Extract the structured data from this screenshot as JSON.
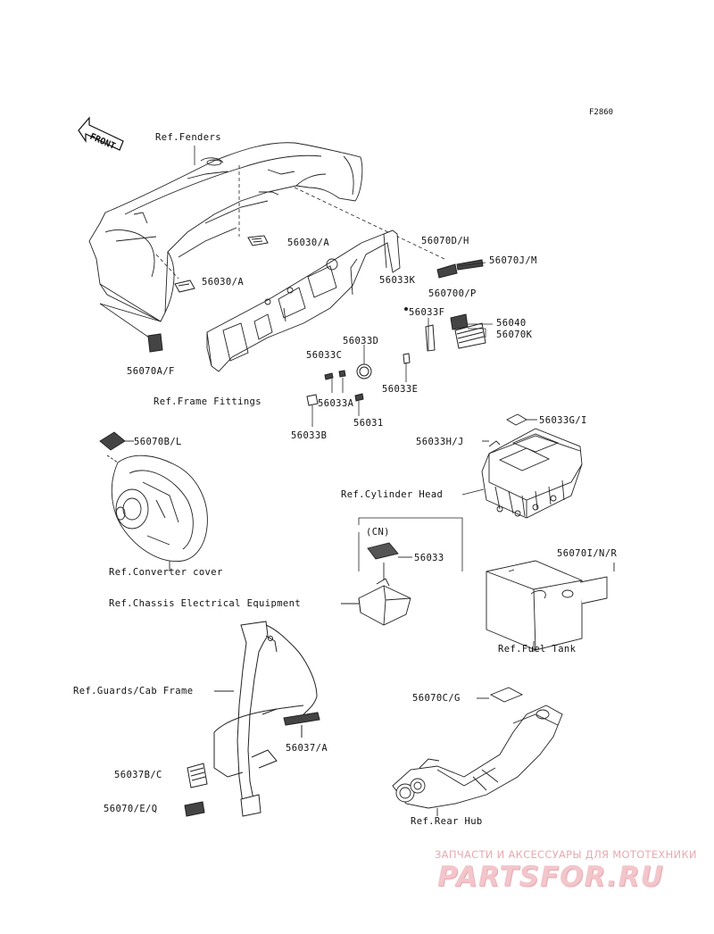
{
  "diagram_code": "F2860",
  "front_arrow": "FRONT",
  "parts": {
    "p56030a_top": "56030/A",
    "p56030a_left": "56030/A",
    "p56070a_f": "56070A/F",
    "p56070d_h": "56070D/H",
    "p56070j_m": "56070J/M",
    "p56033k": "56033K",
    "p560700_p": "560700/P",
    "p56033f": "56033F",
    "p56040": "56040",
    "p56070k": "56070K",
    "p56033d": "56033D",
    "p56033c": "56033C",
    "p56033a": "56033A",
    "p56033e": "56033E",
    "p56031": "56031",
    "p56033b": "56033B",
    "p56070b_l": "56070B/L",
    "p56033g_i": "56033G/I",
    "p56033h_j": "56033H/J",
    "p56033": "56033",
    "p56070i_n_r": "56070I/N/R",
    "p56070c_g": "56070C/G",
    "p56037a": "56037/A",
    "p56037b_c": "56037B/C",
    "p56070e_q": "56070/E/Q"
  },
  "refs": {
    "fenders": "Ref.Fenders",
    "frame_fittings": "Ref.Frame Fittings",
    "cylinder_head": "Ref.Cylinder Head",
    "converter_cover": "Ref.Converter cover",
    "chassis_electrical": "Ref.Chassis Electrical Equipment",
    "fuel_tank": "Ref.Fuel Tank",
    "guards_cab": "Ref.Guards/Cab Frame",
    "rear_hub": "Ref.Rear Hub"
  },
  "bracket_cn": "(CN)",
  "watermark": {
    "tagline": "ЗАПЧАСТИ И АКСЕССУАРЫ ДЛЯ МОТОТЕХНИКИ",
    "logo": "PARTSFOR.RU"
  }
}
